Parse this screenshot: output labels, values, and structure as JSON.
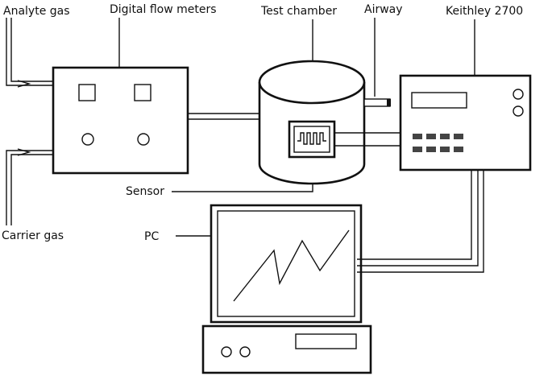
{
  "labels": {
    "analyte_gas": "Analyte gas",
    "digital_flow_meters": "Digital flow meters",
    "test_chamber": "Test chamber",
    "airway": "Airway",
    "keithley": "Keithley 2700",
    "sensor": "Sensor",
    "carrier_gas": "Carrier gas",
    "pc": "PC"
  },
  "colors": {
    "line": "#111111",
    "background": "#ffffff"
  }
}
